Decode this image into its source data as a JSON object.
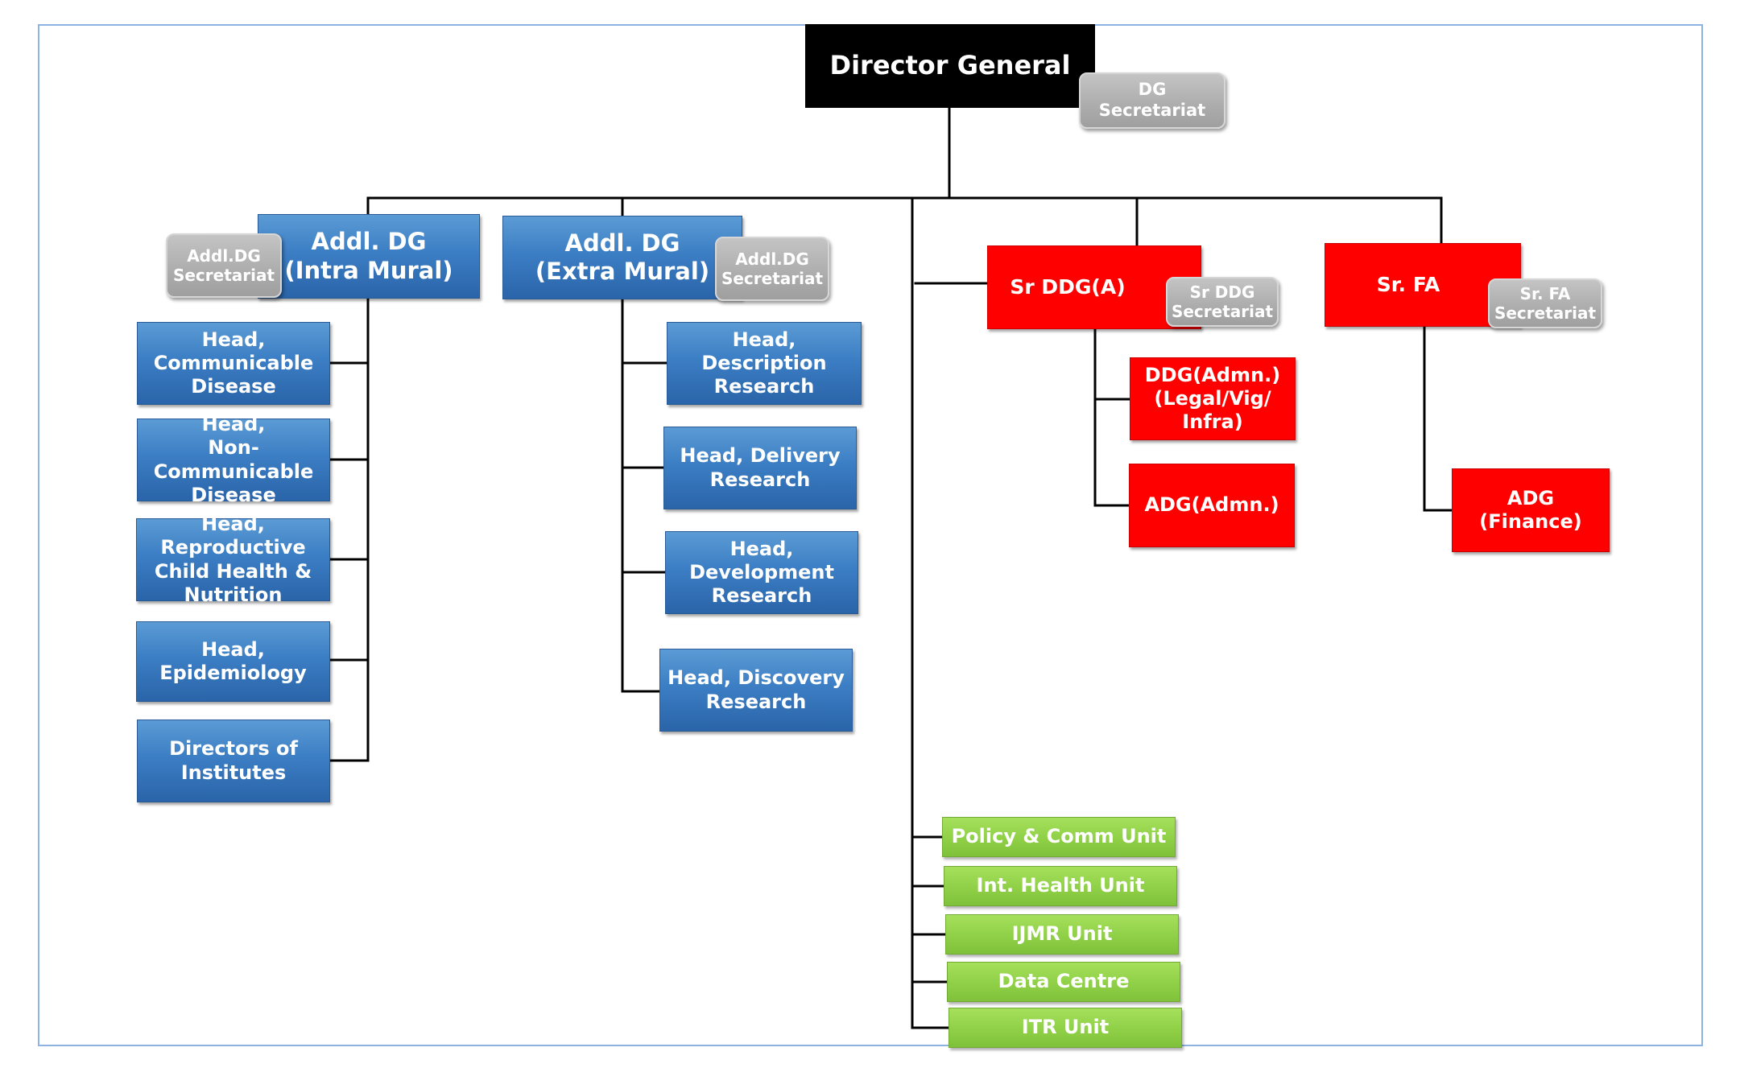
{
  "org_chart": {
    "director_general": "Director General",
    "dg_secretariat": "DG Secretariat",
    "addl_dg_intra": "Addl. DG\n(Intra Mural)",
    "addl_dg_intra_secretariat": "Addl.DG\nSecretariat",
    "addl_dg_extra": "Addl. DG\n(Extra Mural)",
    "addl_dg_extra_secretariat": "Addl.DG\nSecretariat",
    "sr_ddg": "Sr DDG(A)",
    "sr_ddg_secretariat": "Sr DDG\nSecretariat",
    "sr_fa": "Sr. FA",
    "sr_fa_secretariat": "Sr. FA\nSecretariat",
    "intra_mural_units": [
      "Head,\nCommunicable\nDisease",
      "Head,\nNon- Communicable\nDisease",
      "Head, Reproductive\nChild Health &\nNutrition",
      "Head, Epidemiology",
      "Directors of\nInstitutes"
    ],
    "extra_mural_units": [
      "Head, Description\nResearch",
      "Head, Delivery\nResearch",
      "Head, Development\nResearch",
      "Head, Discovery\nResearch"
    ],
    "sr_ddg_units": [
      "DDG(Admn.)\n(Legal/Vig/ Infra)",
      "ADG(Admn.)"
    ],
    "sr_fa_units": [
      "ADG\n(Finance)"
    ],
    "dg_units": [
      "Policy & Comm Unit",
      "Int. Health Unit",
      "IJMR Unit",
      "Data Centre",
      "ITR Unit"
    ]
  }
}
